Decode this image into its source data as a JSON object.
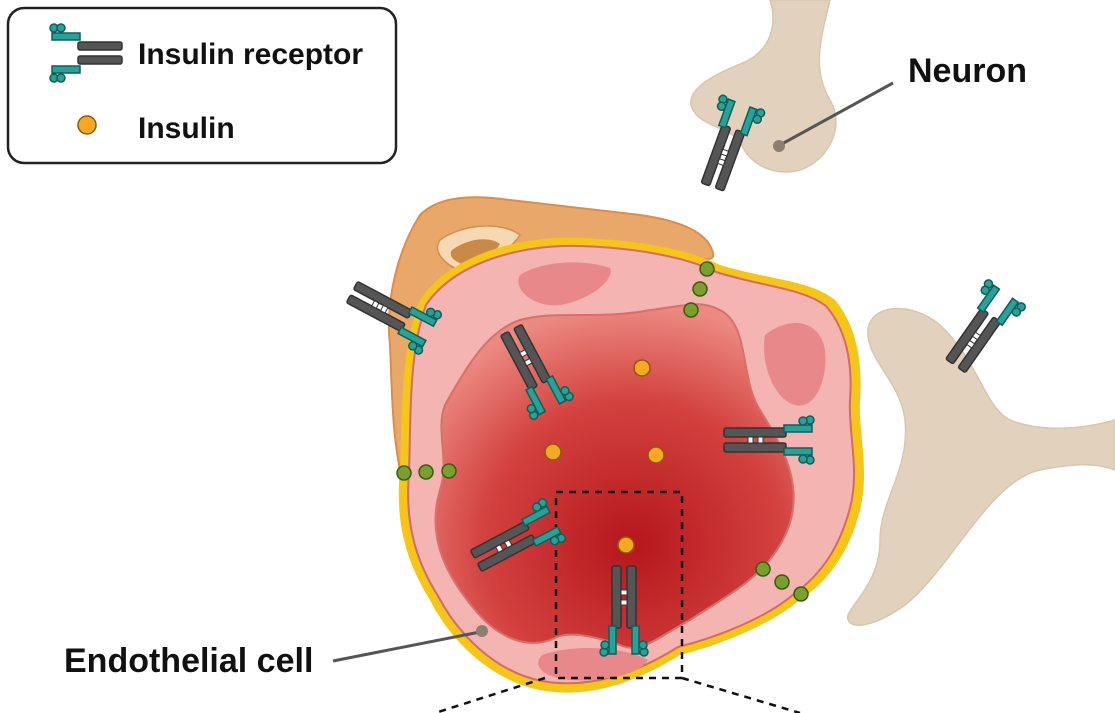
{
  "legend": {
    "receptor_label": "Insulin receptor",
    "insulin_label": "Insulin"
  },
  "labels": {
    "neuron": "Neuron",
    "endothelial_cell": "Endothelial cell"
  },
  "colors": {
    "receptor_alpha": "#2aa198",
    "receptor_beta": "#5a5a5a",
    "insulin": "#f7a823",
    "tight_junction": "#7a9f2e",
    "lumen": "#c9282b",
    "endothelium": "#f3b4b2",
    "basement_membrane": "#f5c518",
    "astrocyte_endfoot": "#e9a86a",
    "neuron": "#e2d2bd"
  },
  "icons": {
    "receptor": "insulin-receptor-icon",
    "insulin": "insulin-molecule-icon",
    "junction": "tight-junction-icon"
  }
}
